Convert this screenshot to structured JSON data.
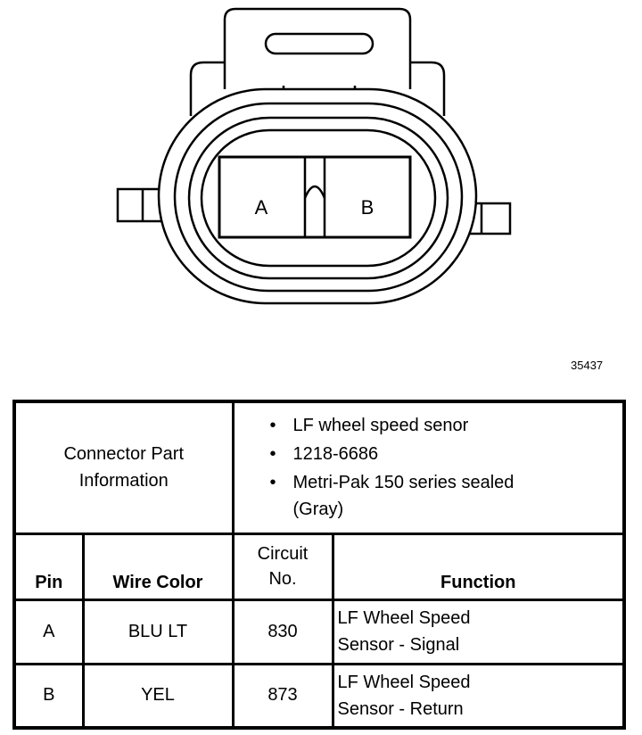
{
  "diagram": {
    "pin_labels": [
      "A",
      "B"
    ],
    "figure_number": "35437"
  },
  "connector_info": {
    "label": "Connector Part Information",
    "details": [
      "LF wheel speed senor",
      "1218-6686",
      "Metri-Pak 150 series sealed (Gray)"
    ]
  },
  "table": {
    "headers": {
      "pin": "Pin",
      "wire_color": "Wire Color",
      "circuit_no": "Circuit No.",
      "function": "Function"
    },
    "rows": [
      {
        "pin": "A",
        "wire_color": "BLU LT",
        "circuit_no": "830",
        "function": "LF Wheel Speed Sensor - Signal"
      },
      {
        "pin": "B",
        "wire_color": "YEL",
        "circuit_no": "873",
        "function": "LF Wheel Speed Sensor - Return"
      }
    ]
  }
}
